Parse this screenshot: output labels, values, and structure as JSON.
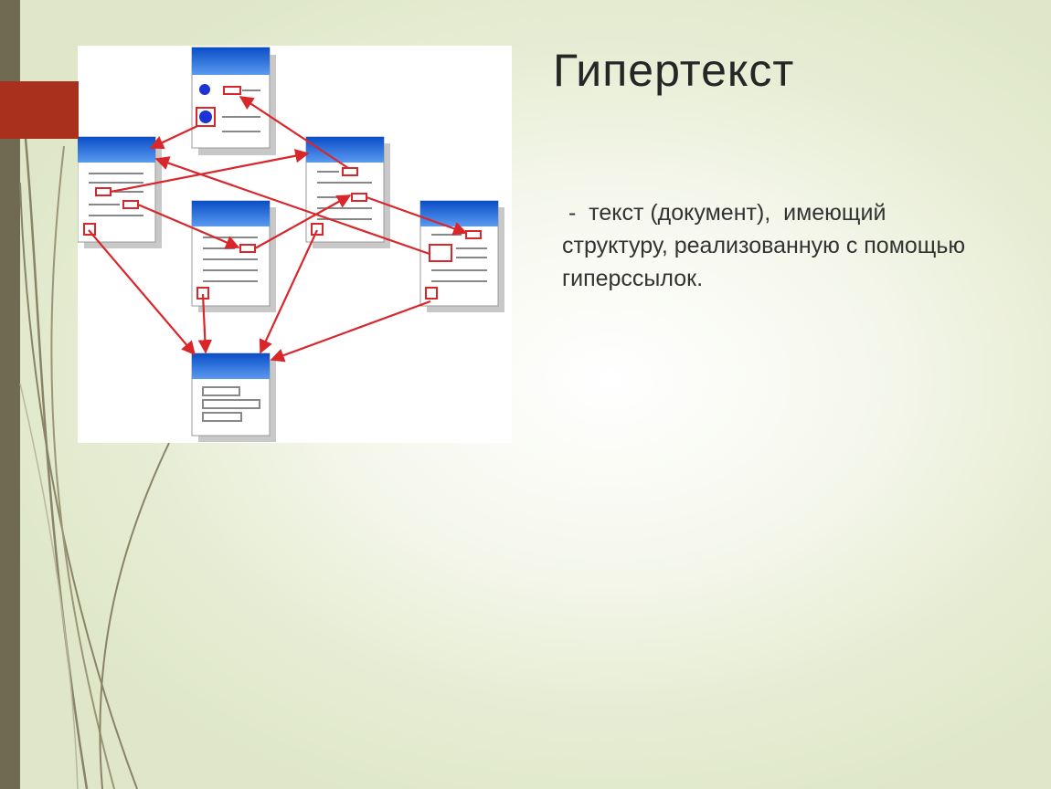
{
  "slide": {
    "title": "Гипертекст",
    "body": " -  текст (документ),  имеющий структуру, реализованную с помощью гиперссылок."
  },
  "colors": {
    "left_bar": "#6f6a52",
    "accent": "#a9301d",
    "link_arrow": "#d9262b",
    "doc_header": "#1763d6"
  },
  "diagram": {
    "icon": "hyperlinked-documents-diagram"
  }
}
